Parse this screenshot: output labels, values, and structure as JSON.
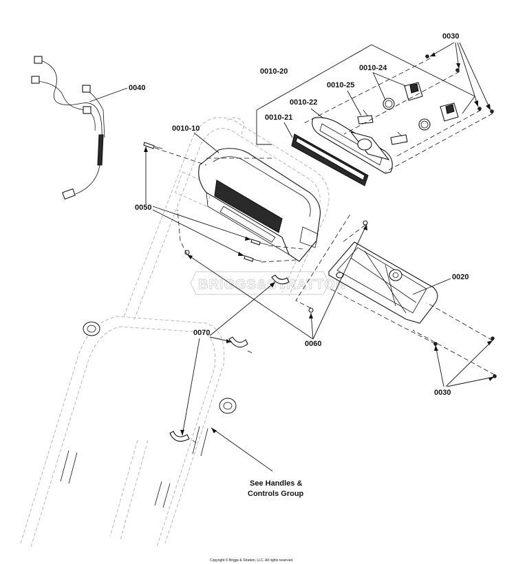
{
  "labels": {
    "p0030_top": "0030",
    "p0010_20": "0010-20",
    "p0010_24": "0010-24",
    "p0010_25": "0010-25",
    "p0010_22": "0010-22",
    "p0010_21": "0010-21",
    "p0040": "0040",
    "p0010_10": "0010-10",
    "p0050": "0050",
    "p0020": "0020",
    "p0060": "0060",
    "p0070": "0070",
    "p0030_bottom": "0030"
  },
  "note": {
    "line1": "See Handles &",
    "line2": "Controls Group"
  },
  "watermark": "BRIGGS&STRATTON",
  "copyright": "Copyright © Briggs & Stratton, LLC. All rights reserved."
}
